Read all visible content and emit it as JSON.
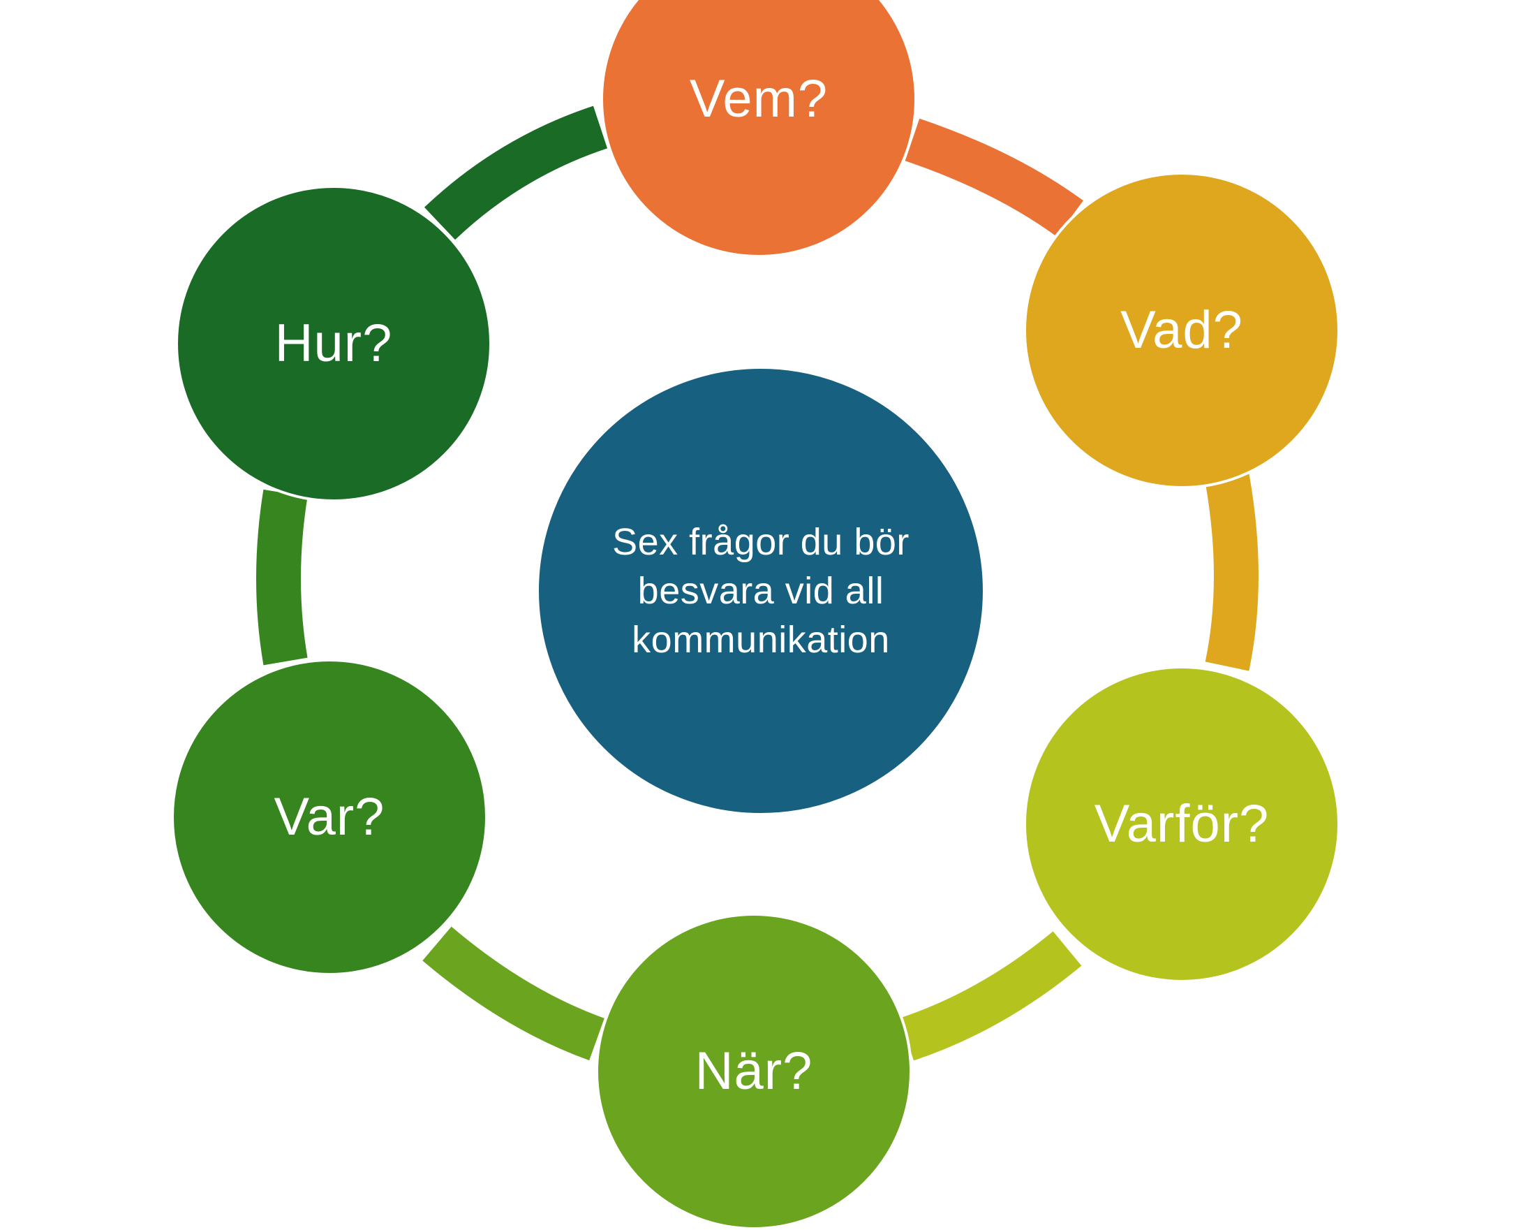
{
  "diagram": {
    "center": {
      "text": "Sex frågor du bör besvara vid all kommunikation",
      "color": "#17607f"
    },
    "nodes": [
      {
        "id": "vem",
        "label": "Vem?",
        "color": "#e97234"
      },
      {
        "id": "vad",
        "label": "Vad?",
        "color": "#dfa71e"
      },
      {
        "id": "varfor",
        "label": "Varför?",
        "color": "#b5c31e"
      },
      {
        "id": "nar",
        "label": "När?",
        "color": "#6ba51f"
      },
      {
        "id": "var",
        "label": "Var?",
        "color": "#37851f"
      },
      {
        "id": "hur",
        "label": "Hur?",
        "color": "#1a6b25"
      }
    ],
    "connector_colors": {
      "vem_vad": "#e97234",
      "vad_varfor": "#dfa71e",
      "varfor_nar": "#b5c31e",
      "nar_var": "#6ba51f",
      "var_hur": "#37851f",
      "hur_vem": "#1a6b25"
    }
  }
}
